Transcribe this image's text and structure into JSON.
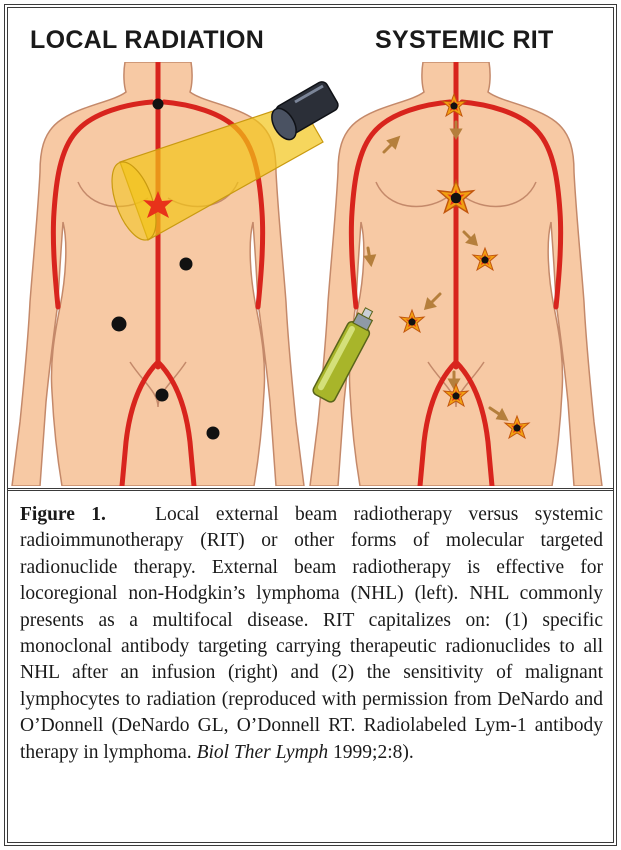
{
  "panels": {
    "left_title": "LOCAL RADIATION",
    "right_title": "SYSTEMIC RIT"
  },
  "colors": {
    "skin": "#f7c9a4",
    "skin_outline": "#c4896a",
    "vessel": "#d8241d",
    "beam": "#f2c418",
    "tumor": "#111111"
  },
  "caption": {
    "label": "Figure 1.",
    "text_1": "Local external beam radiotherapy versus systemic radioimmunotherapy (RIT) or other forms of molecular targeted radionuclide therapy. External beam radiotherapy is effective for locoregional non-Hodgkin’s lymphoma (NHL) (left). NHL commonly presents as a multifocal disease. RIT capitalizes on: (1) specific monoclonal antibody targeting carrying therapeutic radionuclides to all NHL after an infusion (right) and (2) the sensitivity of malignant lymphocytes to radiation (reproduced with permission from DeNardo and O’Donnell (DeNardo GL, O’Donnell RT. Radiolabeled Lym-1 antibody therapy in lymphoma. ",
    "journal": "Biol Ther Lymph",
    "text_2": " 1999;2:8)."
  }
}
